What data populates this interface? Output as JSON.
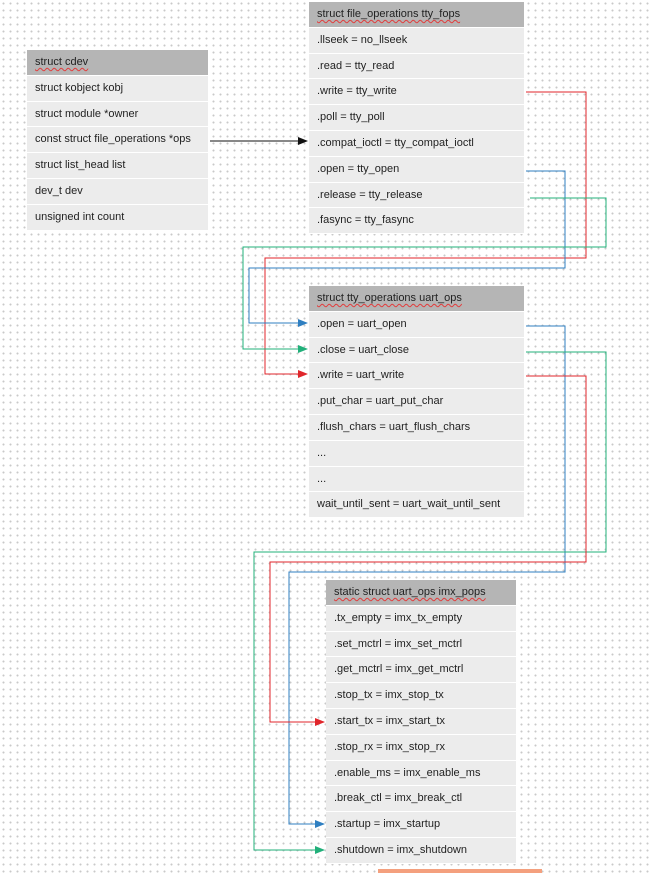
{
  "tables": {
    "cdev": {
      "title": "struct cdev",
      "fields": [
        "struct kobject kobj",
        "struct module *owner",
        "const struct file_operations *ops",
        "struct list_head list",
        "dev_t dev",
        "unsigned int count"
      ]
    },
    "tty_fops": {
      "title": "struct file_operations tty_fops",
      "fields": [
        ".llseek = no_llseek",
        ".read = tty_read",
        ".write = tty_write",
        ".poll = tty_poll",
        ".compat_ioctl = tty_compat_ioctl",
        ".open = tty_open",
        ".release = tty_release",
        ".fasync = tty_fasync"
      ]
    },
    "uart_ops": {
      "title": "struct tty_operations uart_ops",
      "fields": [
        ".open = uart_open",
        ".close = uart_close",
        ".write = uart_write",
        ".put_char = uart_put_char",
        ".flush_chars = uart_flush_chars",
        "...",
        "...",
        "wait_until_sent = uart_wait_until_sent"
      ]
    },
    "imx_pops": {
      "title": "static struct uart_ops imx_pops",
      "fields": [
        ".tx_empty = imx_tx_empty",
        ".set_mctrl = imx_set_mctrl",
        ".get_mctrl = imx_get_mctrl",
        ".stop_tx = imx_stop_tx",
        ".start_tx = imx_start_tx",
        ".stop_rx = imx_stop_rx",
        ".enable_ms = imx_enable_ms",
        ".break_ctl = imx_break_ctl",
        ".startup = imx_startup",
        ".shutdown = imx_shutdown"
      ]
    }
  },
  "connections": [
    {
      "from": "cdev.ops",
      "to": "tty_fops",
      "color": "#111111"
    },
    {
      "from": "tty_fops.write",
      "to": "uart_ops.write",
      "color": "#e0262b"
    },
    {
      "from": "tty_fops.open",
      "to": "uart_ops.open",
      "color": "#2f7fc1"
    },
    {
      "from": "tty_fops.release",
      "to": "uart_ops.close",
      "color": "#21b07a"
    },
    {
      "from": "uart_ops.open",
      "to": "imx_pops.startup",
      "color": "#2f7fc1"
    },
    {
      "from": "uart_ops.close",
      "to": "imx_pops.shutdown",
      "color": "#21b07a"
    },
    {
      "from": "uart_ops.write",
      "to": "imx_pops.start_tx",
      "color": "#e0262b"
    }
  ]
}
